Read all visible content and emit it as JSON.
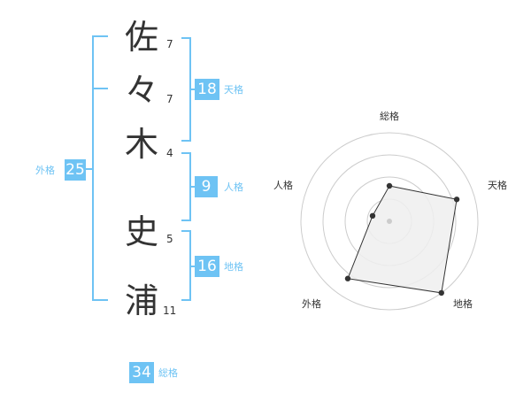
{
  "name": {
    "chars": [
      {
        "char": "佐",
        "strokes": "7"
      },
      {
        "char": "々",
        "strokes": "7"
      },
      {
        "char": "木",
        "strokes": "4"
      },
      {
        "char": "史",
        "strokes": "5"
      },
      {
        "char": "浦",
        "strokes": "11"
      }
    ]
  },
  "fortunes": {
    "tenkaku": {
      "value": "18",
      "label": "天格"
    },
    "jinkaku": {
      "value": "9",
      "label": "人格"
    },
    "chikaku": {
      "value": "16",
      "label": "地格"
    },
    "gaikaku": {
      "value": "25",
      "label": "外格"
    },
    "soukaku": {
      "value": "34",
      "label": "総格"
    }
  },
  "radar": {
    "axes": [
      "総格",
      "天格",
      "地格",
      "外格",
      "人格"
    ],
    "rings": 4,
    "scores": [
      2,
      4,
      5,
      4,
      1
    ],
    "max_score": 5,
    "colors": {
      "ring": "#cccccc",
      "fill": "#eeeeee",
      "line": "#333333",
      "point": "#333333",
      "center": "#cccccc"
    }
  }
}
